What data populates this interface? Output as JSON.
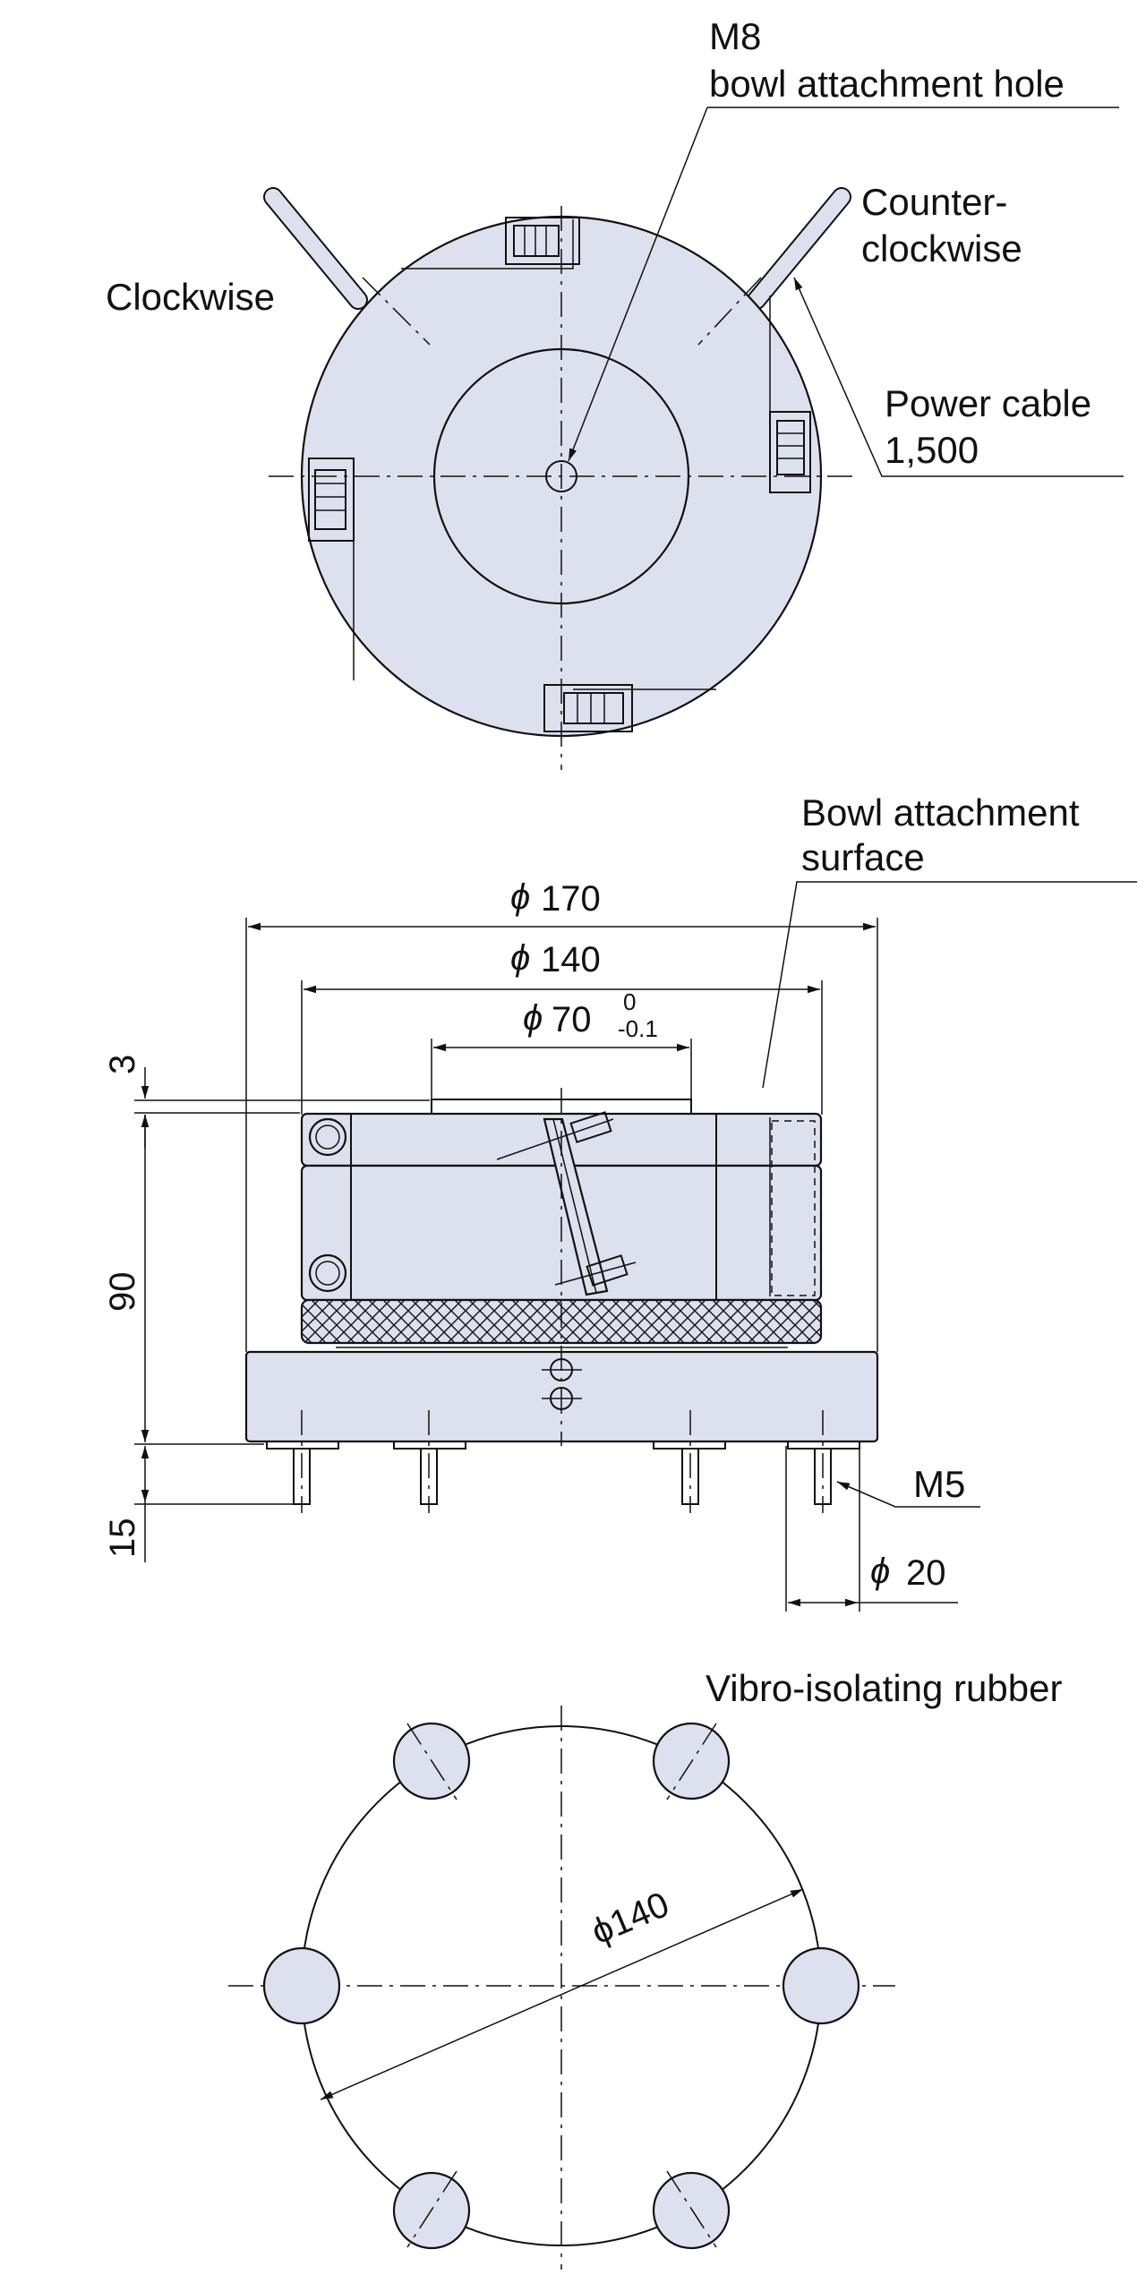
{
  "colors": {
    "part_fill": "#dde1ef",
    "line": "#111111",
    "background": "#ffffff"
  },
  "labels": {
    "m8": "M8",
    "bowl_attachment_hole": "bowl attachment hole",
    "clockwise": "Clockwise",
    "counter_1": "Counter-",
    "counter_2": "clockwise",
    "power_cable": "Power cable",
    "cable_length": "1,500",
    "bowl_surface_1": "Bowl attachment",
    "bowl_surface_2": "surface",
    "m5": "M5",
    "vibro_rubber": "Vibro-isolating rubber"
  },
  "dimensions": {
    "phi": "ϕ",
    "d170": "170",
    "d140": "140",
    "d70": "70",
    "d70_upper_tol": "0",
    "d70_lower_tol": "-0.1",
    "h3": "3",
    "h90": "90",
    "h15": "15",
    "d20": "20",
    "pcd140": "ϕ140"
  }
}
